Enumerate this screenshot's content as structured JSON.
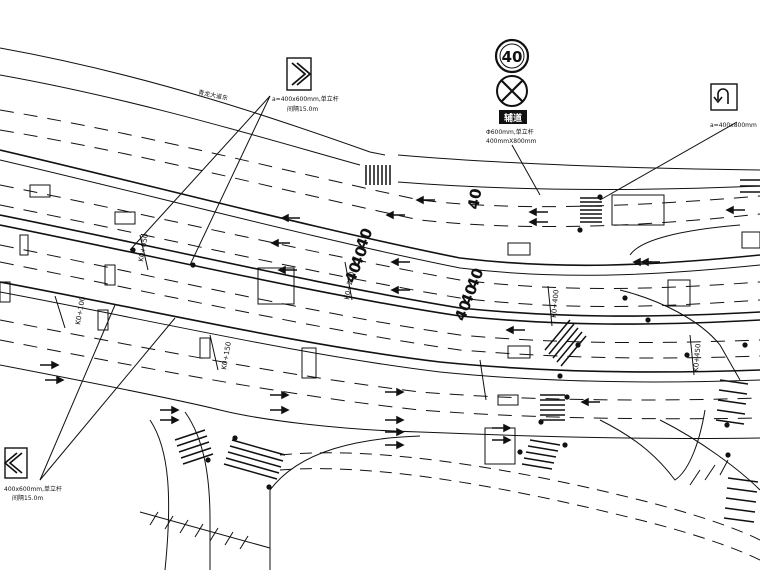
{
  "labels": {
    "road_name": "青龙大道东",
    "sign_spec_top_left": "a=400x600mm,单立杆",
    "sign_spacing_top_left": "间隔15.0m",
    "sign_spec_bottom_left": "400x600mm,单立杆",
    "sign_spacing_bottom_left": "间隔15.0m",
    "sign_spec_top_right": "a=400x800mm",
    "speed_sign_spec": "Φ600mm,单立杆",
    "speed_plate_spec": "400mmX800mm",
    "speed_plate_text": "辅道"
  },
  "speed_limit": "40",
  "pavement_speed_marks": [
    "40",
    "40",
    "40",
    "40",
    "40",
    "40",
    "40"
  ],
  "stations": [
    "K0+050",
    "K0+100",
    "K0+150",
    "K0+200",
    "K0+400",
    "K0+450"
  ],
  "colors": {
    "line": "#111111",
    "background": "#ffffff"
  }
}
